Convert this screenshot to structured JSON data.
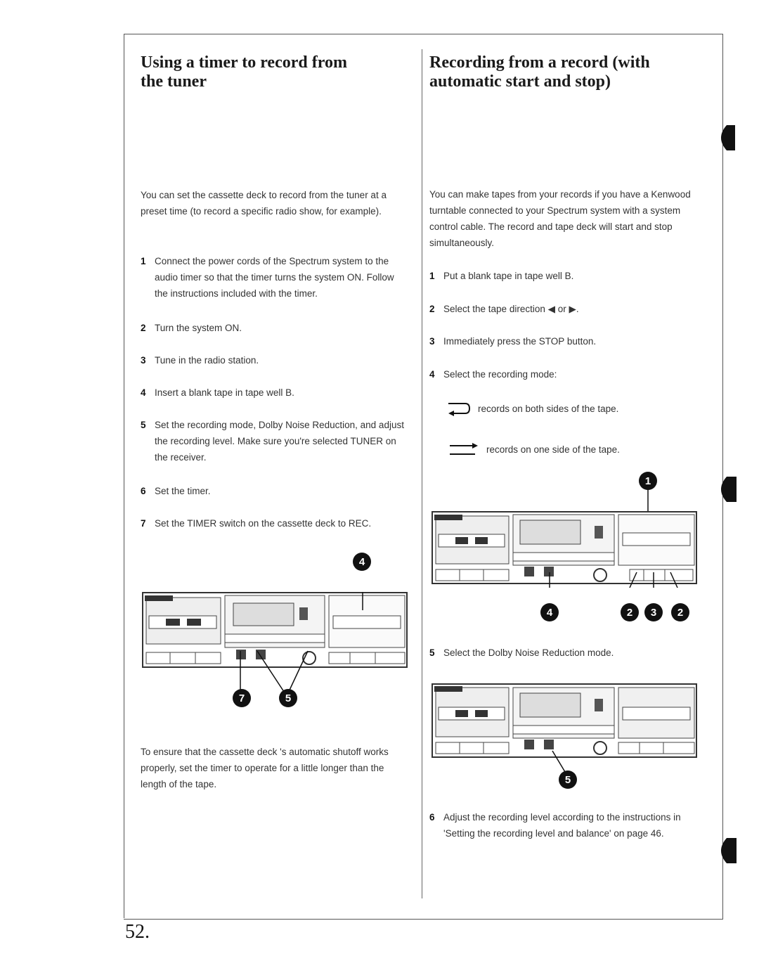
{
  "page": {
    "number": "52."
  },
  "left": {
    "title": "Using a timer to record from the tuner",
    "intro": "You can set the cassette deck to record from the tuner at a preset time (to record a specific radio show, for example).",
    "steps": [
      {
        "num": "1",
        "text": "Connect the power cords of the Spectrum system to the audio timer so that the timer turns the system ON. Follow the instructions included with the timer."
      },
      {
        "num": "2",
        "text": "Turn the system ON."
      },
      {
        "num": "3",
        "text": "Tune in the radio station."
      },
      {
        "num": "4",
        "text": "Insert a blank tape in tape well B."
      },
      {
        "num": "5",
        "text": "Set the recording mode, Dolby Noise Reduction, and adjust the recording level. Make sure you're selected TUNER on the receiver."
      },
      {
        "num": "6",
        "text": "Set the timer."
      },
      {
        "num": "7",
        "text": "Set the TIMER switch on the cassette deck to REC."
      }
    ],
    "callouts": [
      "4",
      "7",
      "5"
    ],
    "note": "To ensure that the cassette deck 's automatic shutoff works properly, set the timer to operate for a little longer than the length of the tape."
  },
  "right": {
    "title": "Recording from a record (with automatic start and stop)",
    "intro": "You can make tapes from your records if you have a Kenwood turntable connected to your Spectrum system with a system control cable. The record and tape deck will start and stop simultaneously.",
    "steps": [
      {
        "num": "1",
        "text": "Put a blank tape in tape well B."
      },
      {
        "num": "2",
        "text": "Select the tape direction ◀ or ▶."
      },
      {
        "num": "3",
        "text": "Immediately press the STOP button."
      },
      {
        "num": "4",
        "text": "Select the recording mode:"
      },
      {
        "num": "5",
        "text": "Select the Dolby Noise Reduction mode."
      },
      {
        "num": "6",
        "text": "Adjust the recording level according to the instructions in 'Setting the recording level and balance' on page 46."
      }
    ],
    "modes": [
      {
        "icon": "reverse-both-sides-icon",
        "text": "records on both sides of the tape."
      },
      {
        "icon": "one-side-icon",
        "text": "records on one side of the tape."
      }
    ],
    "callouts_fig1": [
      "1",
      "4",
      "2",
      "3",
      "2"
    ],
    "callouts_fig2": [
      "5"
    ]
  }
}
